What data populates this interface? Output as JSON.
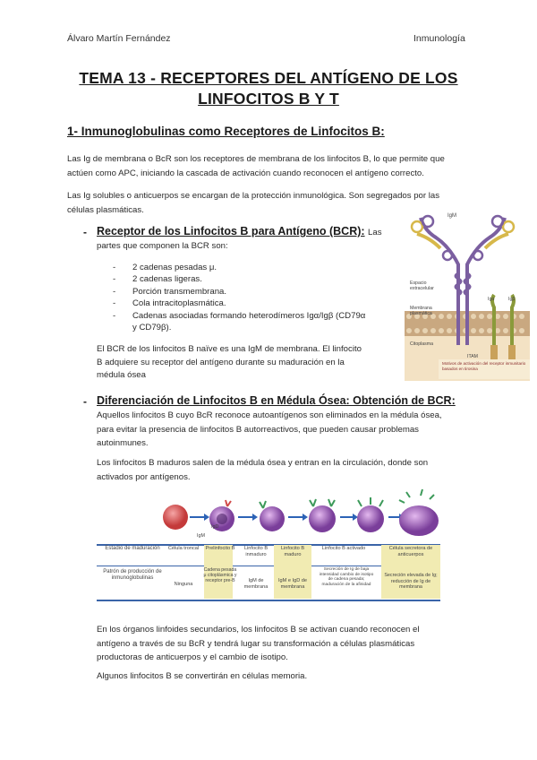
{
  "header": {
    "author": "Álvaro Martín Fernández",
    "subject": "Inmunología"
  },
  "title": {
    "line1": "TEMA 13 - RECEPTORES DEL ANTÍGENO DE LOS",
    "line2": "LINFOCITOS B Y T"
  },
  "section1": {
    "heading": "1- Inmunoglobulinas como Receptores de Linfocitos B:",
    "p1_l1": "Las Ig de membrana o BcR son los receptores de membrana de los linfocitos B, lo que permite que",
    "p1_l2": "actúen como APC, iniciando la cascada de activación cuando reconocen el antígeno correcto.",
    "p2_l1": "Las Ig solubles o anticuerpos se encargan de la protección inmunológica. Son segregados por las",
    "p2_l2": "células plasmáticas."
  },
  "bcr": {
    "bullet": "-",
    "heading": "Receptor de los Linfocitos B para Antígeno (BCR):",
    "heading_tail": "Las",
    "intro": "partes que componen la BCR son:",
    "items": [
      "2 cadenas pesadas μ.",
      "2 cadenas ligeras.",
      "Porción transmembrana.",
      "Cola intracitoplasmática.",
      "Cadenas asociadas formando heterodímeros Igα/Igβ (CD79α",
      "y CD79β)."
    ],
    "item_dash": "-",
    "p_l1": "El BCR de los linfocitos B naïve es una IgM de membrana. El linfocito",
    "p_l2": "B adquiere su receptor del antígeno durante su maduración en la",
    "p_l3": "médula ósea"
  },
  "figure_bcr": {
    "igm": "IgM",
    "extra": "Espacio extracelular",
    "membrana": "Membrana plasmática",
    "citoplasma": "Citoplasma",
    "iga": "Igα",
    "igb": "Igβ",
    "itam": "ITAM",
    "caption": "Motivos de activación del receptor inmunitario basados en tirosina"
  },
  "diff": {
    "bullet": "-",
    "heading": "Diferenciación de Linfocitos B en Médula Ósea: Obtención de BCR:",
    "p1_l1": "Aquellos linfocitos B cuyo BcR reconoce autoantígenos son eliminados en la médula ósea,",
    "p1_l2": "para evitar la presencia de linfocitos B autorreactivos, que pueden causar problemas",
    "p1_l3": "autoinmunes.",
    "p2_l1": "Los linfocitos B maduros salen de la médula ósea y entran en la circulación, donde son",
    "p2_l2": "activados por antígenos."
  },
  "figure_diff": {
    "igd": "IgD",
    "igm": "IgM",
    "row1_label": "Estadio de maduración",
    "row2_label": "Patrón de producción de inmunoglobulinas",
    "stages": [
      "Célula troncal",
      "Prelinfocito B",
      "Linfocito B inmaduro",
      "Linfocito B maduro",
      "Linfocito B activado",
      "Célula secretora de anticuerpos"
    ],
    "patterns": [
      "Ninguna",
      "Cadena pesada μ citoplásmica y receptor pre-B",
      "IgM de membrana",
      "IgM e IgD de membrana",
      "Secreción de Ig de baja intensidad cambio de isotipo de cadena pesada; maduración de la afinidad",
      "Secreción elevada de Ig; reducción de Ig de membrana"
    ]
  },
  "closing": {
    "p1_l1": "En los órganos linfoides secundarios, los linfocitos B se activan cuando reconocen el",
    "p1_l2": "antígeno a través de su BcR y tendrá lugar su transformación a células plasmáticas",
    "p1_l3": "productoras de anticuerpos y el cambio de isotipo.",
    "p2": "Algunos linfocitos B se convertirán en células memoria."
  },
  "colors": {
    "membrane": "#c9a880",
    "cytoplasm": "#f3e2c4",
    "chain": "#7b5fa0",
    "light": "#d7b84a"
  }
}
